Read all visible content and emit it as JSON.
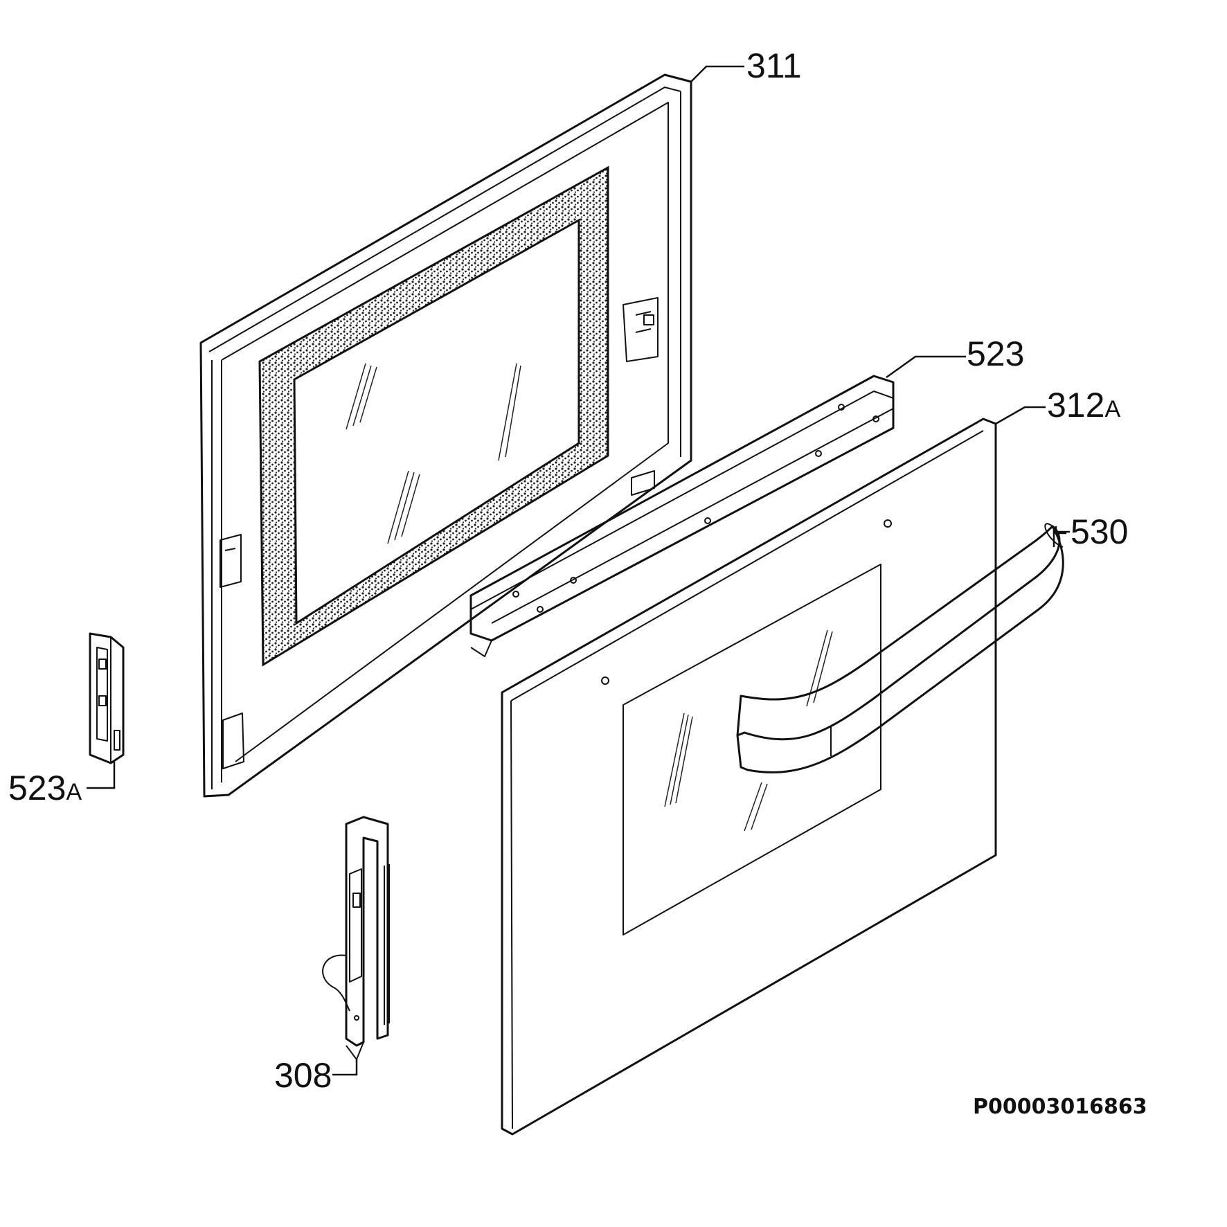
{
  "parts": [
    {
      "id": "door-frame",
      "label": "311"
    },
    {
      "id": "support-rail",
      "label": "523"
    },
    {
      "id": "outer-glass",
      "label": "312",
      "suffix": "A"
    },
    {
      "id": "door-handle",
      "label": "530"
    },
    {
      "id": "side-cap",
      "label": "523",
      "suffix": "A"
    },
    {
      "id": "hinge",
      "label": "308"
    }
  ],
  "drawing_code": "P00003016863"
}
